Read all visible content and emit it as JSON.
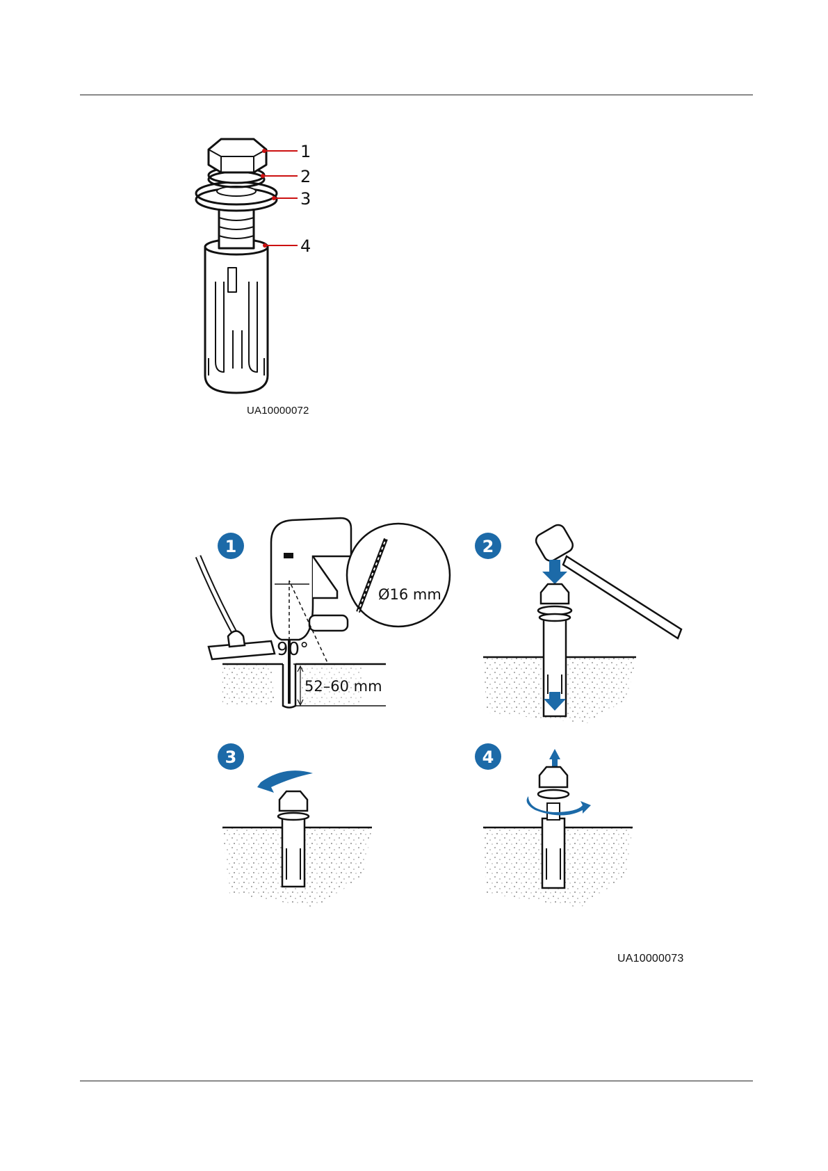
{
  "figure1": {
    "callouts": [
      "1",
      "2",
      "3",
      "4"
    ],
    "id": "UA10000072"
  },
  "figure2": {
    "steps": [
      "1",
      "2",
      "3",
      "4"
    ],
    "drill_bit_label": "Ø16 mm",
    "angle_label": "90°",
    "depth_label": "52–60 mm",
    "id": "UA10000073"
  },
  "colors": {
    "accent_blue": "#1c6aa8",
    "callout_red": "#cc1111",
    "line": "#111111"
  }
}
